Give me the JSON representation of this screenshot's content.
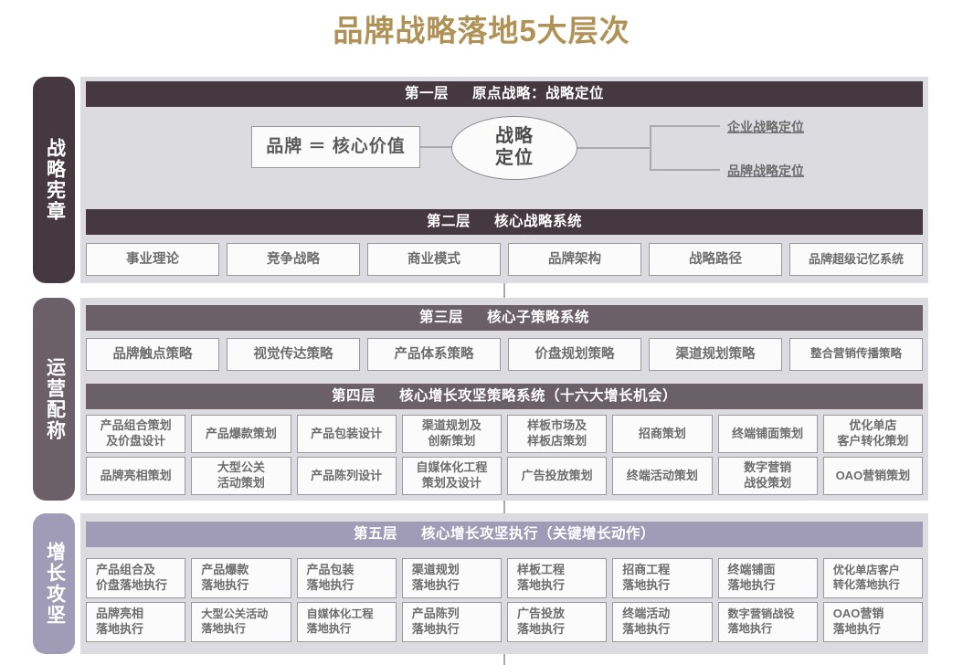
{
  "title": "品牌战略落地5大层次",
  "colors": {
    "title": "#b09256",
    "tier1": "#45383f",
    "tier2": "#6b6068",
    "tier3": "#a09cb7",
    "panel": "#dcdce0",
    "box": "#fbfbfb",
    "box_border": "#9a9a9a",
    "text": "#6d6d6d"
  },
  "sidebar": {
    "items": [
      {
        "label": "战略宪章"
      },
      {
        "label": "运营配称"
      },
      {
        "label": "增长攻坚"
      }
    ]
  },
  "layers": [
    {
      "num": "第一层",
      "name": "原点战略：战略定位",
      "brand_equation": "品牌 ＝ 核心价值",
      "core_node": "战略\n定位",
      "branches": [
        "企业战略定位",
        "品牌战略定位"
      ]
    },
    {
      "num": "第二层",
      "name": "核心战略系统",
      "items": [
        "事业理论",
        "竞争战略",
        "商业模式",
        "品牌架构",
        "战略路径",
        "品牌超级记忆系统"
      ]
    },
    {
      "num": "第三层",
      "name": "核心子策略系统",
      "items": [
        "品牌触点策略",
        "视觉传达策略",
        "产品体系策略",
        "价盘规划策略",
        "渠道规划策略",
        "整合营销传播策略"
      ]
    },
    {
      "num": "第四层",
      "name": "核心增长攻坚策略系统（十六大增长机会）",
      "row1": [
        "产品组合策划\n及价盘设计",
        "产品爆款策划",
        "产品包装设计",
        "渠道规划及\n创新策划",
        "样板市场及\n样板店策划",
        "招商策划",
        "终端铺面策划",
        "优化单店\n客户转化策划"
      ],
      "row2": [
        "品牌亮相策划",
        "大型公关\n活动策划",
        "产品陈列设计",
        "自媒体化工程\n策划及设计",
        "广告投放策划",
        "终端活动策划",
        "数字营销\n战役策划",
        "OAO营销策划"
      ]
    },
    {
      "num": "第五层",
      "name": "核心增长攻坚执行（关键增长动作）",
      "row1": [
        "产品组合及\n价盘落地执行",
        "产品爆款\n落地执行",
        "产品包装\n落地执行",
        "渠道规划\n落地执行",
        "样板工程\n落地执行",
        "招商工程\n落地执行",
        "终端铺面\n落地执行",
        "优化单店客户\n转化落地执行"
      ],
      "row2": [
        "品牌亮相\n落地执行",
        "大型公关活动\n落地执行",
        "自媒体化工程\n落地执行",
        "产品陈列\n落地执行",
        "广告投放\n落地执行",
        "终端活动\n落地执行",
        "数字营销战役\n落地执行",
        "OAO营销\n落地执行"
      ]
    }
  ]
}
